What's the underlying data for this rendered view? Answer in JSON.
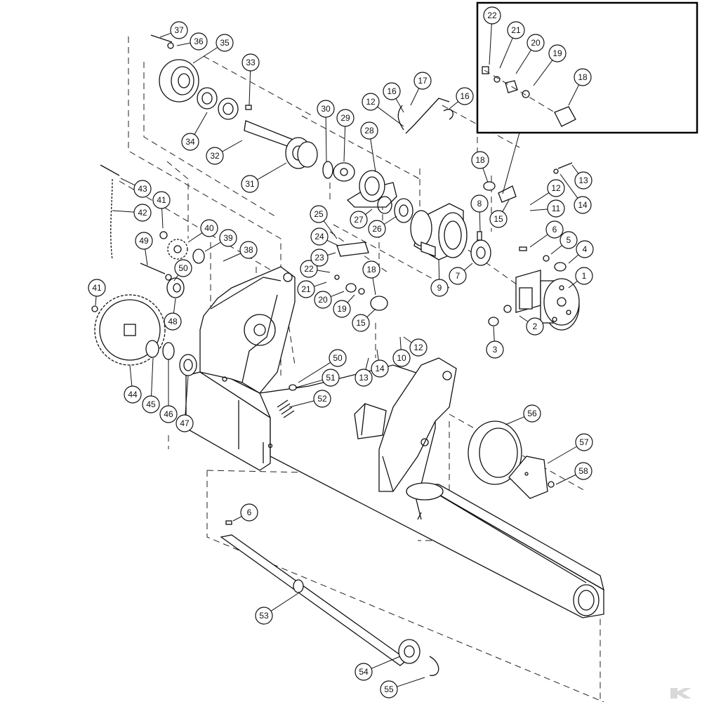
{
  "diagram": {
    "callouts": [
      {
        "id": "c1",
        "label": "1"
      },
      {
        "id": "c2",
        "label": "2"
      },
      {
        "id": "c3",
        "label": "3"
      },
      {
        "id": "c4",
        "label": "4"
      },
      {
        "id": "c5",
        "label": "5"
      },
      {
        "id": "c6a",
        "label": "6"
      },
      {
        "id": "c6b",
        "label": "6"
      },
      {
        "id": "c7",
        "label": "7"
      },
      {
        "id": "c8",
        "label": "8"
      },
      {
        "id": "c9",
        "label": "9"
      },
      {
        "id": "c10",
        "label": "10"
      },
      {
        "id": "c11",
        "label": "11"
      },
      {
        "id": "c12a",
        "label": "12"
      },
      {
        "id": "c12b",
        "label": "12"
      },
      {
        "id": "c12c",
        "label": "12"
      },
      {
        "id": "c13a",
        "label": "13"
      },
      {
        "id": "c13b",
        "label": "13"
      },
      {
        "id": "c14a",
        "label": "14"
      },
      {
        "id": "c14b",
        "label": "14"
      },
      {
        "id": "c15a",
        "label": "15"
      },
      {
        "id": "c15b",
        "label": "15"
      },
      {
        "id": "c16a",
        "label": "16"
      },
      {
        "id": "c16b",
        "label": "16"
      },
      {
        "id": "c17",
        "label": "17"
      },
      {
        "id": "c18a",
        "label": "18"
      },
      {
        "id": "c18b",
        "label": "18"
      },
      {
        "id": "c18c",
        "label": "18"
      },
      {
        "id": "c19a",
        "label": "19"
      },
      {
        "id": "c19b",
        "label": "19"
      },
      {
        "id": "c20a",
        "label": "20"
      },
      {
        "id": "c20b",
        "label": "20"
      },
      {
        "id": "c21a",
        "label": "21"
      },
      {
        "id": "c21b",
        "label": "21"
      },
      {
        "id": "c22a",
        "label": "22"
      },
      {
        "id": "c22b",
        "label": "22"
      },
      {
        "id": "c23",
        "label": "23"
      },
      {
        "id": "c24",
        "label": "24"
      },
      {
        "id": "c25",
        "label": "25"
      },
      {
        "id": "c26",
        "label": "26"
      },
      {
        "id": "c27",
        "label": "27"
      },
      {
        "id": "c28",
        "label": "28"
      },
      {
        "id": "c29",
        "label": "29"
      },
      {
        "id": "c30",
        "label": "30"
      },
      {
        "id": "c31",
        "label": "31"
      },
      {
        "id": "c32",
        "label": "32"
      },
      {
        "id": "c33",
        "label": "33"
      },
      {
        "id": "c34",
        "label": "34"
      },
      {
        "id": "c35",
        "label": "35"
      },
      {
        "id": "c36",
        "label": "36"
      },
      {
        "id": "c37",
        "label": "37"
      },
      {
        "id": "c38",
        "label": "38"
      },
      {
        "id": "c39",
        "label": "39"
      },
      {
        "id": "c40",
        "label": "40"
      },
      {
        "id": "c41a",
        "label": "41"
      },
      {
        "id": "c41b",
        "label": "41"
      },
      {
        "id": "c42",
        "label": "42"
      },
      {
        "id": "c43",
        "label": "43"
      },
      {
        "id": "c44",
        "label": "44"
      },
      {
        "id": "c45",
        "label": "45"
      },
      {
        "id": "c46",
        "label": "46"
      },
      {
        "id": "c47",
        "label": "47"
      },
      {
        "id": "c48",
        "label": "48"
      },
      {
        "id": "c49",
        "label": "49"
      },
      {
        "id": "c50a",
        "label": "50"
      },
      {
        "id": "c50b",
        "label": "50"
      },
      {
        "id": "c51",
        "label": "51"
      },
      {
        "id": "c52",
        "label": "52"
      },
      {
        "id": "c53",
        "label": "53"
      },
      {
        "id": "c54",
        "label": "54"
      },
      {
        "id": "c55",
        "label": "55"
      },
      {
        "id": "c56",
        "label": "56"
      },
      {
        "id": "c57",
        "label": "57"
      },
      {
        "id": "c58",
        "label": "58"
      }
    ]
  },
  "watermark": {
    "logo_text": "K",
    "color": "#d9d9d9"
  }
}
